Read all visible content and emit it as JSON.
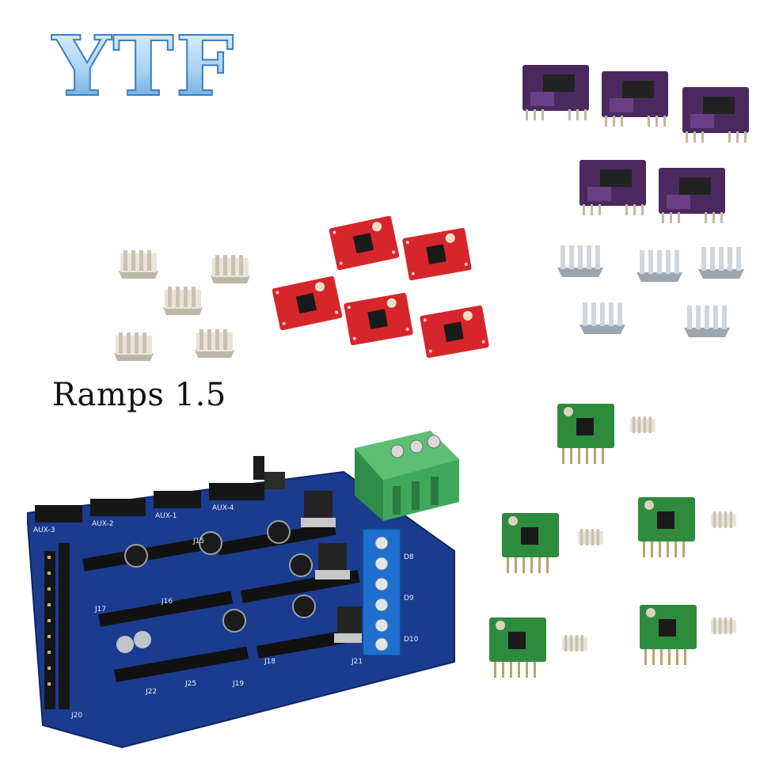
{
  "logo": {
    "text": "YTF",
    "color_top": "#dcefff",
    "color_bottom": "#5aa6e4",
    "outline": "#2f6fb0"
  },
  "caption": "Ramps 1.5",
  "board": {
    "color": "#1b3b8f",
    "silkscreen": [
      "AUX-3",
      "AUX-2",
      "AUX-1",
      "AUX-4",
      "J15",
      "J17",
      "J16",
      "J20",
      "J21",
      "J25",
      "J18",
      "J19",
      "J22",
      "D8",
      "D9",
      "D10"
    ]
  },
  "colors": {
    "red_driver": "#d7262b",
    "purple_driver": "#4a2a5e",
    "green_driver": "#2e8b3e",
    "heatsink": "#d9d4c8",
    "terminal": "#3fa85c",
    "terminal_blue": "#1f6fd1"
  }
}
